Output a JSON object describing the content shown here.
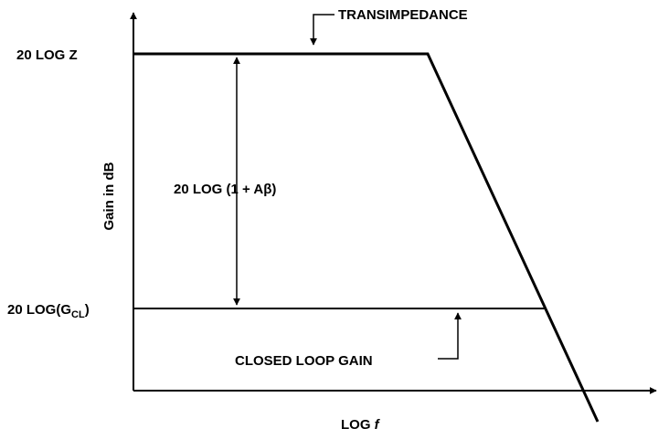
{
  "diagram": {
    "y_axis_label": "Gain in dB",
    "x_axis_label": "LOG",
    "x_axis_label_var": "f",
    "level_high_label": "20 LOG Z",
    "level_low_label_prefix": "20 LOG(G",
    "level_low_label_sub": "CL",
    "level_low_label_suffix": ")",
    "gap_label": "20 LOG (1 + Aβ)",
    "transimpedance_label": "TRANSIMPEDANCE",
    "closed_loop_label": "CLOSED LOOP GAIN",
    "colors": {
      "ink": "#000000",
      "background": "#ffffff"
    }
  }
}
